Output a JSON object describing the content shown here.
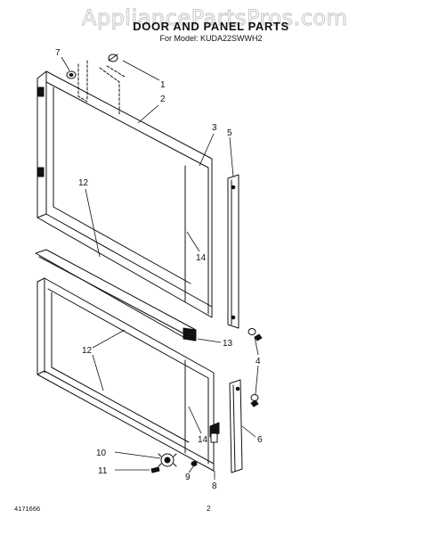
{
  "header": {
    "watermark": "AppliancePartsPros.com",
    "title": "DOOR AND PANEL PARTS",
    "subtitle": "For Model: KUDA22SWWH2"
  },
  "footer": {
    "doc_number": "4171666",
    "page_number": "2"
  },
  "callouts": [
    "1",
    "2",
    "3",
    "5",
    "7",
    "12",
    "14",
    "13",
    "4",
    "12",
    "14",
    "6",
    "10",
    "11",
    "9",
    "8"
  ]
}
